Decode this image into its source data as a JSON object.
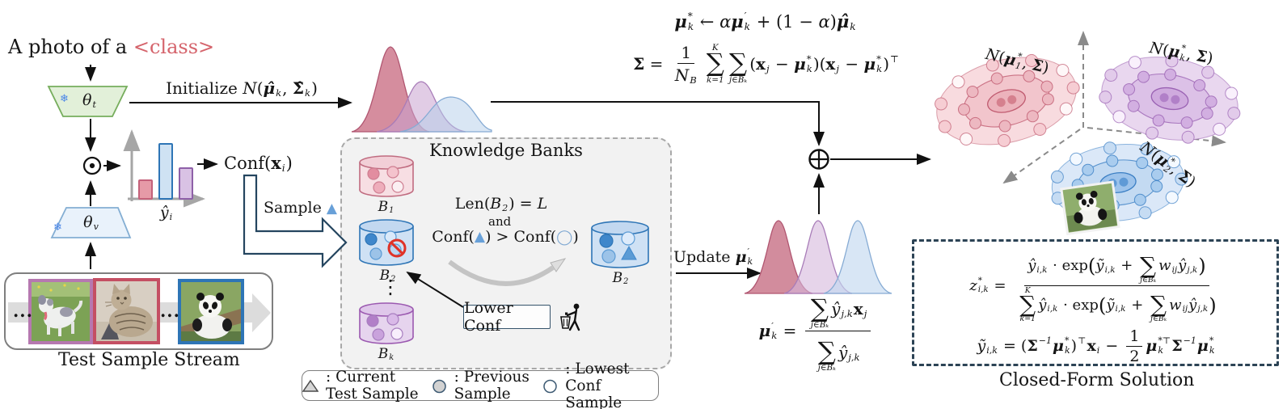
{
  "palette": {
    "class_red": "#d5646c",
    "trap_text_fill": "#e2f0d9",
    "trap_text_stroke": "#76ad5c",
    "trap_vis_fill": "#e9f2fb",
    "trap_vis_stroke": "#84aed3",
    "snowflake_blue": "#4a86e8",
    "bar_pink": "#e69aa7",
    "bar_pink_border": "#c4617a",
    "bar_blue": "#cfe2f3",
    "bar_blue_border": "#2e75b6",
    "bar_purple": "#d9c2e4",
    "bar_purple_border": "#8e60a8",
    "axis_gray": "#a6a6a6",
    "kb_fill": "#f2f2f2",
    "kb_border": "#a8a8a8",
    "sample_arrow_outline": "#24455f",
    "sample_triangle_blue": "#68a0d8",
    "prohibit_red": "#e03227",
    "closed_box_border": "#2c4355",
    "stream_border": "#7f7f7f",
    "legend_marker_gray": "#d6d6d6",
    "legend_marker_stroke": "#3d5a73",
    "bank_colors": {
      "pink": {
        "body": "#f7dee3",
        "top": "#f2cfd7",
        "stroke": "#c06c80"
      },
      "blue": {
        "body": "#cfe1f4",
        "top": "#c2d8f0",
        "stroke": "#2e75b6"
      },
      "purple": {
        "body": "#e6d4ee",
        "top": "#dfc7ea",
        "stroke": "#9b59b0"
      }
    },
    "cluster_red": {
      "outer": "#f8dbdf",
      "mid": "#f2c5cc",
      "inner": "#ecb3bc",
      "stroke": "#c05b70",
      "dotDark": "#d5808e",
      "dotMid": "#edb8c1",
      "outerDot": "#f6cdd3",
      "dotLight": "#fef7f8"
    },
    "cluster_purple": {
      "outer": "#e9d7ef",
      "mid": "#dcc1e7",
      "inner": "#cfaade",
      "stroke": "#9a62b3",
      "dotDark": "#b180c8",
      "dotMid": "#d2afe1",
      "outerDot": "#e2cbea",
      "dotLight": "#f9f0fc"
    },
    "cluster_blue": {
      "outer": "#dbe8f8",
      "mid": "#c3daf2",
      "inner": "#9dc3eb",
      "stroke": "#3b7fc4",
      "dotDark": "#5f9ad6",
      "dotMid": "#a9ccee",
      "outerDot": "#c6dcf3",
      "dotLight": "#f4f9ff"
    },
    "dist1": [
      {
        "fill": "#cb7186",
        "stroke": "#b05570",
        "opacity": 0.8
      },
      {
        "fill": "#c8a3cf",
        "stroke": "#a87cb8",
        "opacity": 0.55
      },
      {
        "fill": "#b4cde9",
        "stroke": "#86abd4",
        "opacity": 0.5
      }
    ],
    "dist2": [
      {
        "fill": "#c76f85",
        "stroke": "#b05570",
        "opacity": 0.8
      },
      {
        "fill": "#d5b8dc",
        "stroke": "#a87cb8",
        "opacity": 0.6
      },
      {
        "fill": "#c3d8ef",
        "stroke": "#86abd4",
        "opacity": 0.65
      }
    ]
  },
  "icons": {
    "snowflake": "❄",
    "sample_triangle": "▲",
    "vdots": "⋮",
    "oplus": "⊕",
    "odot": "⊙"
  },
  "prompt": {
    "prefix": "A photo of a ",
    "class_token": "<class>"
  },
  "prob_bars": {
    "heights": [
      0.28,
      0.82,
      0.46
    ],
    "colors": [
      "pink",
      "blue",
      "purple"
    ]
  },
  "labels": {
    "theta_t": [
      {
        "t": "θ",
        "c": "i"
      },
      {
        "sub": "t"
      }
    ],
    "theta_v": [
      {
        "t": "θ",
        "c": "i"
      },
      {
        "sub": "v"
      }
    ],
    "initialize": [
      {
        "t": "Initialize ",
        "c": "r"
      },
      {
        "t": "N",
        "c": "cal"
      },
      {
        "t": "(",
        "c": "r"
      },
      {
        "t": "μ̂",
        "c": "bi"
      },
      {
        "sub": "k"
      },
      {
        "t": ", ",
        "c": "r"
      },
      {
        "t": "Σ̂",
        "c": "b"
      },
      {
        "sub": "k"
      },
      {
        "t": ")",
        "c": "r"
      }
    ],
    "conf_x": [
      {
        "t": "Conf(",
        "c": "r"
      },
      {
        "t": "x",
        "c": "b"
      },
      {
        "sub": "i"
      },
      {
        "t": ")",
        "c": "r"
      }
    ],
    "y_hat_i": [
      {
        "t": "ŷ",
        "c": "i"
      },
      {
        "sub": "i"
      }
    ],
    "sample": "Sample",
    "knowledge_banks": "Knowledge Banks",
    "len_line": [
      {
        "t": "Len(",
        "c": "r"
      },
      {
        "t": "B",
        "c": "cal"
      },
      {
        "sub": "2"
      },
      {
        "t": ") = ",
        "c": "r"
      },
      {
        "t": "L",
        "c": "i"
      }
    ],
    "and": "and",
    "conf_line": [
      {
        "t": "Conf(",
        "c": "r"
      },
      {
        "t": "▲",
        "c": "tri"
      },
      {
        "t": ") > Conf(",
        "c": "r"
      },
      {
        "t": "◯",
        "c": "circ"
      },
      {
        "t": ")",
        "c": "r"
      }
    ],
    "lower_conf": "Lower Conf",
    "update": [
      {
        "t": "Update ",
        "c": "r"
      },
      {
        "t": "μ",
        "c": "bi"
      },
      {
        "sup": "′",
        "sub": "k"
      }
    ],
    "test_sample_stream": "Test Sample Stream",
    "closed_form": "Closed-Form Solution"
  },
  "banks": {
    "b1": [
      {
        "t": "B",
        "c": "cal"
      },
      {
        "sub": "1"
      }
    ],
    "b2": [
      {
        "t": "B",
        "c": "cal"
      },
      {
        "sub": "2"
      }
    ],
    "bk": [
      {
        "t": "B",
        "c": "cal"
      },
      {
        "sub": "k"
      }
    ],
    "b2_right": [
      {
        "t": "B",
        "c": "cal"
      },
      {
        "sub": "2"
      }
    ]
  },
  "equations": {
    "mean_interp": [
      {
        "t": "μ",
        "c": "bi"
      },
      {
        "sup": "*",
        "sub": "k"
      },
      {
        "t": " ← ",
        "c": "r"
      },
      {
        "t": "α",
        "c": "i"
      },
      {
        "t": "μ",
        "c": "bi"
      },
      {
        "sup": "′",
        "sub": "k"
      },
      {
        "t": " + (1 − ",
        "c": "r"
      },
      {
        "t": "α",
        "c": "i"
      },
      {
        "t": ")",
        "c": "r"
      },
      {
        "t": "μ̂",
        "c": "bi"
      },
      {
        "sub": "k"
      }
    ],
    "covariance": [
      {
        "t": "Σ",
        "c": "b"
      },
      {
        "t": " = ",
        "c": "r"
      },
      {
        "frac": {
          "num": [
            {
              "t": "1",
              "c": "r"
            }
          ],
          "den": [
            {
              "t": "N",
              "c": "i"
            },
            {
              "sub": "B"
            }
          ]
        }
      },
      {
        "sum": {
          "top": "K",
          "bot": "k=1"
        }
      },
      {
        "sum": {
          "top": "",
          "bot": "j∈Bₖ"
        }
      },
      {
        "t": "(",
        "c": "r"
      },
      {
        "t": "x",
        "c": "b"
      },
      {
        "sub": "j"
      },
      {
        "t": " − ",
        "c": "r"
      },
      {
        "t": "μ",
        "c": "bi"
      },
      {
        "sup": "*",
        "sub": "k"
      },
      {
        "t": ")(",
        "c": "r"
      },
      {
        "t": "x",
        "c": "b"
      },
      {
        "sub": "j"
      },
      {
        "t": " − ",
        "c": "r"
      },
      {
        "t": "μ",
        "c": "bi"
      },
      {
        "sup": "*",
        "sub": "k"
      },
      {
        "t": ")",
        "c": "r"
      },
      {
        "sup": "⊤"
      }
    ],
    "mu_prime": [
      {
        "t": "μ",
        "c": "bi"
      },
      {
        "sup": "′",
        "sub": "k"
      },
      {
        "t": " = ",
        "c": "r"
      },
      {
        "frac": {
          "num": [
            {
              "sum": {
                "top": "",
                "bot": "j∈Bₖ"
              }
            },
            {
              "t": "ŷ",
              "c": "i"
            },
            {
              "sub": "j,k"
            },
            {
              "t": "x",
              "c": "b"
            },
            {
              "sub": "j"
            }
          ],
          "den": [
            {
              "sum": {
                "top": "",
                "bot": "j∈Bₖ"
              }
            },
            {
              "t": "ŷ",
              "c": "i"
            },
            {
              "sub": "j,k"
            }
          ]
        }
      }
    ],
    "z_star": [
      {
        "t": "z",
        "c": "i"
      },
      {
        "sup": "*",
        "sub": "i,k"
      },
      {
        "t": " = ",
        "c": "r"
      },
      {
        "frac": {
          "num": [
            {
              "t": "ŷ",
              "c": "i"
            },
            {
              "sub": "i,k"
            },
            {
              "t": " · exp",
              "c": "r"
            },
            {
              "t": "(",
              "c": "r big"
            },
            {
              "t": "ỹ",
              "c": "i"
            },
            {
              "sub": "i,k"
            },
            {
              "t": " + ",
              "c": "r"
            },
            {
              "sum": {
                "top": "",
                "bot": "j∈Bₖ"
              }
            },
            {
              "t": "w",
              "c": "i"
            },
            {
              "sub": "ij"
            },
            {
              "t": "ŷ",
              "c": "i"
            },
            {
              "sub": "j,k"
            },
            {
              "t": ")",
              "c": "r big"
            }
          ],
          "den": [
            {
              "sum": {
                "top": "K",
                "bot": "k=1"
              }
            },
            {
              "t": "ŷ",
              "c": "i"
            },
            {
              "sub": "i,k"
            },
            {
              "t": " · exp",
              "c": "r"
            },
            {
              "t": "(",
              "c": "r big"
            },
            {
              "t": "ỹ",
              "c": "i"
            },
            {
              "sub": "i,k"
            },
            {
              "t": " + ",
              "c": "r"
            },
            {
              "sum": {
                "top": "",
                "bot": "j∈Bₖ"
              }
            },
            {
              "t": "w",
              "c": "i"
            },
            {
              "sub": "ij"
            },
            {
              "t": "ŷ",
              "c": "i"
            },
            {
              "sub": "j,k"
            },
            {
              "t": ")",
              "c": "r big"
            }
          ]
        }
      }
    ],
    "y_tilde": [
      {
        "t": "ỹ",
        "c": "i"
      },
      {
        "sub": "i,k"
      },
      {
        "t": " = (",
        "c": "r"
      },
      {
        "t": "Σ",
        "c": "b"
      },
      {
        "sup": "−1"
      },
      {
        "t": "μ",
        "c": "bi"
      },
      {
        "sup": "*",
        "sub": "k"
      },
      {
        "t": ")",
        "c": "r"
      },
      {
        "sup": "⊤"
      },
      {
        "t": "x",
        "c": "b"
      },
      {
        "sub": "i"
      },
      {
        "t": " − ",
        "c": "r"
      },
      {
        "frac": {
          "num": [
            {
              "t": "1",
              "c": "r"
            }
          ],
          "den": [
            {
              "t": "2",
              "c": "r"
            }
          ]
        }
      },
      {
        "t": "μ",
        "c": "bi"
      },
      {
        "sup": "*⊤",
        "sub": "k"
      },
      {
        "t": "Σ",
        "c": "b"
      },
      {
        "sup": "−1"
      },
      {
        "t": "μ",
        "c": "bi"
      },
      {
        "sup": "*",
        "sub": "k"
      }
    ]
  },
  "clusters": {
    "c1_label": [
      {
        "t": "N",
        "c": "cal"
      },
      {
        "t": "(",
        "c": "r"
      },
      {
        "t": "μ",
        "c": "bi"
      },
      {
        "sup": "*",
        "sub": "1"
      },
      {
        "t": ", ",
        "c": "r"
      },
      {
        "t": "Σ",
        "c": "b"
      },
      {
        "t": ")",
        "c": "r"
      }
    ],
    "ck_label": [
      {
        "t": "N",
        "c": "cal"
      },
      {
        "t": "(",
        "c": "r"
      },
      {
        "t": "μ",
        "c": "bi"
      },
      {
        "sup": "*",
        "sub": "k"
      },
      {
        "t": ", ",
        "c": "r"
      },
      {
        "t": "Σ",
        "c": "b"
      },
      {
        "t": ")",
        "c": "r"
      }
    ],
    "c2_label": [
      {
        "t": "N",
        "c": "cal"
      },
      {
        "t": "(",
        "c": "r"
      },
      {
        "t": "μ",
        "c": "bi"
      },
      {
        "sup": "*",
        "sub": "2"
      },
      {
        "t": ", ",
        "c": "r"
      },
      {
        "t": "Σ",
        "c": "b"
      },
      {
        "t": ")",
        "c": "r"
      }
    ]
  },
  "stream": {
    "ellipsis": "..."
  },
  "legend": {
    "items": [
      {
        "marker": "triangle",
        "label": ": Current Test Sample"
      },
      {
        "marker": "filled-circle",
        "label": ": Previous Sample"
      },
      {
        "marker": "open-circle",
        "label": ": Lowest Conf Sample"
      }
    ]
  }
}
